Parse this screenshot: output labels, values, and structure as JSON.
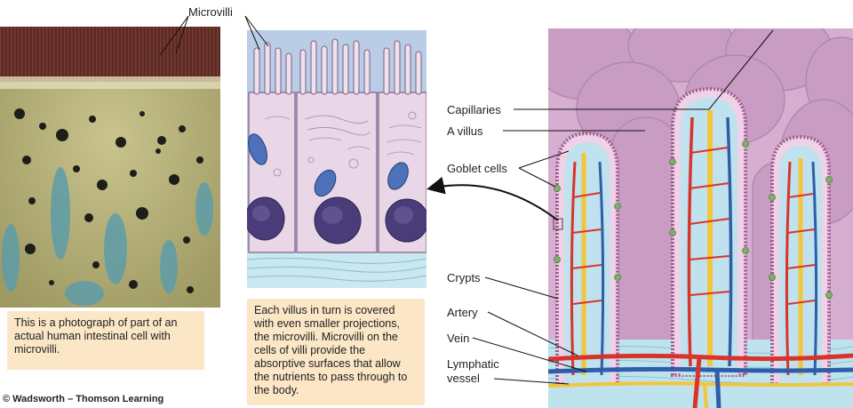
{
  "labels": {
    "microvilli": "Microvilli",
    "capillaries": "Capillaries",
    "a_villus": "A villus",
    "goblet_cells": "Goblet cells",
    "crypts": "Crypts",
    "artery": "Artery",
    "vein": "Vein",
    "lymphatic_line1": "Lymphatic",
    "lymphatic_line2": "vessel"
  },
  "captions": {
    "photo": "This is a photograph of part of an actual human intestinal cell with microvilli.",
    "cell": "Each villus in turn is covered with even smaller projections, the microvilli. Microvilli on the cells of villi provide the absorptive surfaces that allow the nutrients to pass through to the body."
  },
  "copyright": "© Wadsworth – Thomson Learning",
  "colors": {
    "caption_bg": "#fbe6c6",
    "artery": "#d9342b",
    "vein": "#2f5da8",
    "lymphatic": "#f3c53a",
    "villus": "#c9a3c4"
  }
}
